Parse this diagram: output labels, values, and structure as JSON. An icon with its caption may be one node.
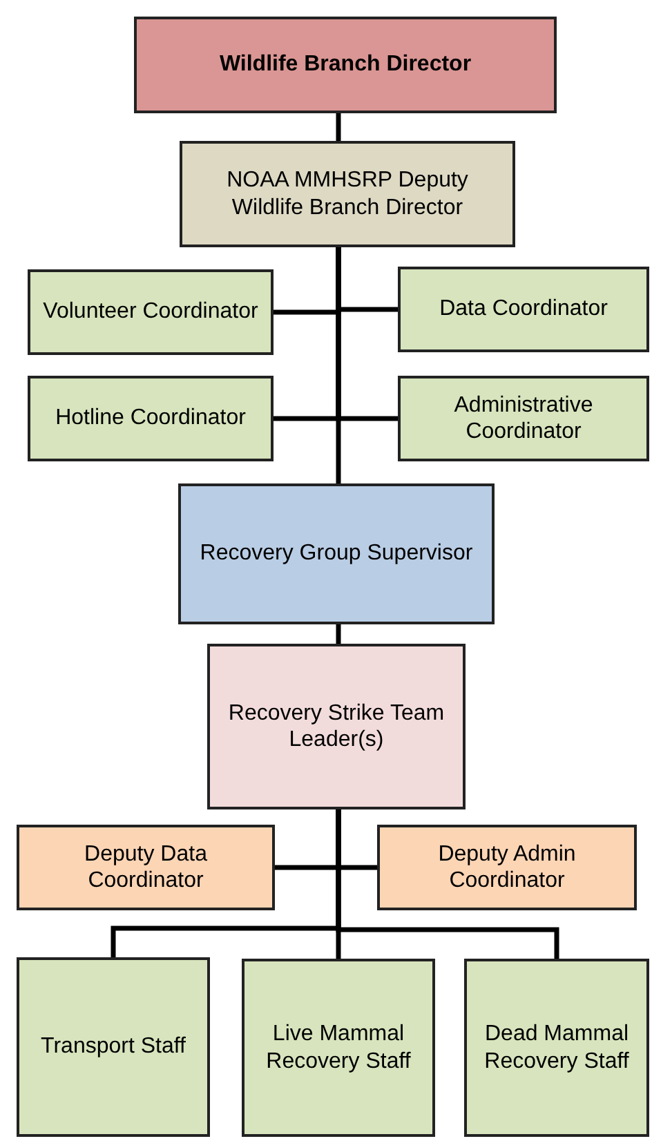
{
  "diagram": {
    "nodes": [
      {
        "text": [
          "Wildlife Branch Director"
        ]
      },
      {
        "text": [
          "NOAA MMHSRP Deputy Wildlife Branch Director"
        ]
      },
      {
        "text": [
          "Volunteer Coordinator"
        ]
      },
      {
        "text": [
          "Data Coordinator"
        ]
      },
      {
        "text": [
          "Hotline Coordinator"
        ]
      },
      {
        "text": [
          "Administrative Coordinator"
        ]
      },
      {
        "text": [
          "Recovery Group Supervisor"
        ]
      },
      {
        "text": [
          "Recovery Strike Team Leader(s)"
        ]
      },
      {
        "text": [
          "Deputy Data Coordinator"
        ]
      },
      {
        "text": [
          "Deputy Admin Coordinator"
        ]
      },
      {
        "text": [
          "Transport Staff"
        ]
      },
      {
        "text": [
          "Live Mammal Recovery Staff"
        ]
      },
      {
        "text": [
          "Dead Mammal Recovery Staff"
        ]
      }
    ],
    "edges": [
      {
        "from": 0,
        "to": 1,
        "arrow": "none"
      },
      {
        "from": 1,
        "to": 2,
        "arrow": "none"
      },
      {
        "from": 1,
        "to": 3,
        "arrow": "none"
      },
      {
        "from": 1,
        "to": 4,
        "arrow": "none"
      },
      {
        "from": 1,
        "to": 5,
        "arrow": "none"
      },
      {
        "from": 1,
        "to": 6,
        "arrow": "none"
      },
      {
        "from": 6,
        "to": 7,
        "arrow": "none"
      },
      {
        "from": 7,
        "to": 8,
        "arrow": "none"
      },
      {
        "from": 7,
        "to": 9,
        "arrow": "none"
      },
      {
        "from": 7,
        "to": 10,
        "arrow": "none"
      },
      {
        "from": 7,
        "to": 11,
        "arrow": "none"
      },
      {
        "from": 7,
        "to": 12,
        "arrow": "none"
      }
    ]
  }
}
